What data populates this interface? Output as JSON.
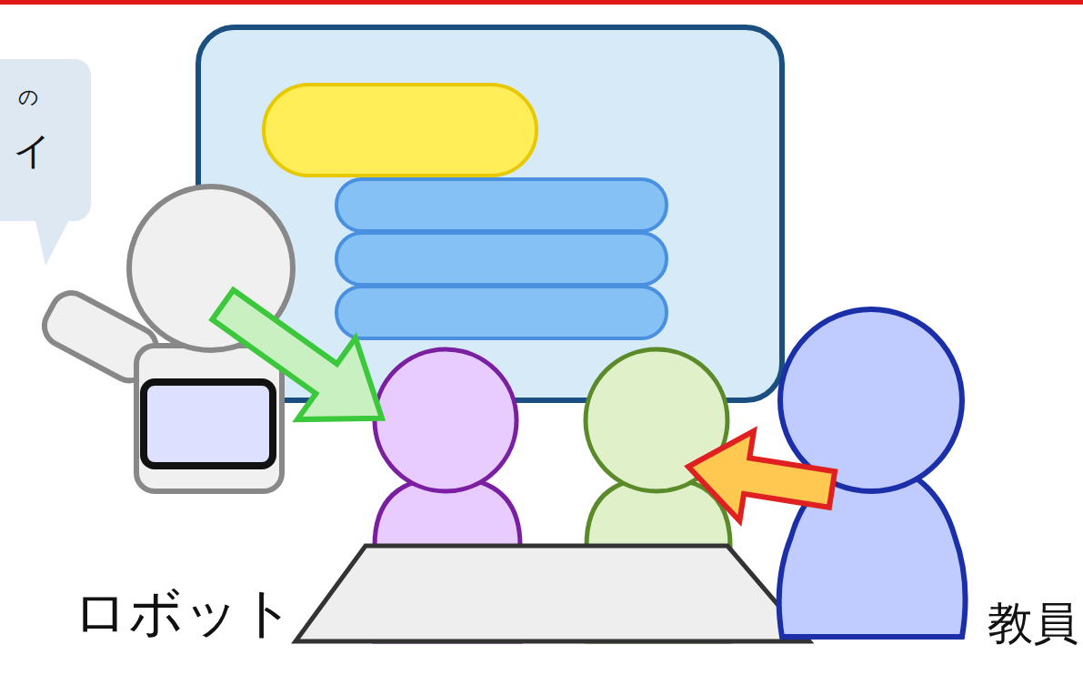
{
  "diagram": {
    "nodes": [
      {
        "text": [
          "の",
          "イ"
        ]
      }
    ],
    "labels": [
      "ロボット",
      "教員"
    ]
  }
}
